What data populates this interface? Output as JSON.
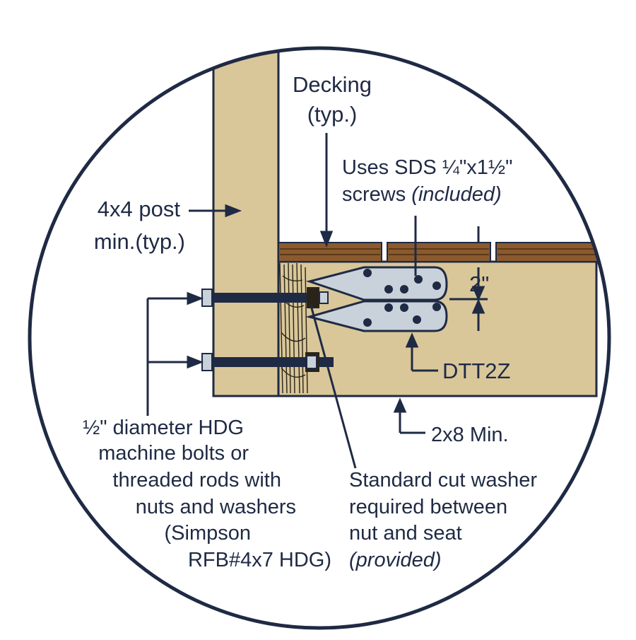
{
  "labels": {
    "decking": "Decking",
    "decking_typ": "(typ.)",
    "sds_line1": "Uses SDS ¼\"x1½\"",
    "sds_line2_prefix": "screws ",
    "sds_line2_italic": "(included)",
    "post_line1": "4x4 post",
    "post_line2": "min.(typ.)",
    "dim_2in": "2\"",
    "dtt2z": "DTT2Z",
    "joist_2x8": "2x8 Min.",
    "bolts_line1": "½\" diameter HDG",
    "bolts_line2": "machine bolts or",
    "bolts_line3": "threaded rods with",
    "bolts_line4": "nuts and washers",
    "bolts_line5": "(Simpson",
    "bolts_line6": "RFB#4x7 HDG)",
    "washer_line1": "Standard cut washer",
    "washer_line2": "required between",
    "washer_line3": "nut and seat",
    "washer_line4": "(provided)"
  },
  "colors": {
    "wood": "#d9c79a",
    "outline": "#1f2a44",
    "decking": "#8a5a2e",
    "decking_dark": "#4a2c12",
    "steel": "#c9d2da"
  }
}
